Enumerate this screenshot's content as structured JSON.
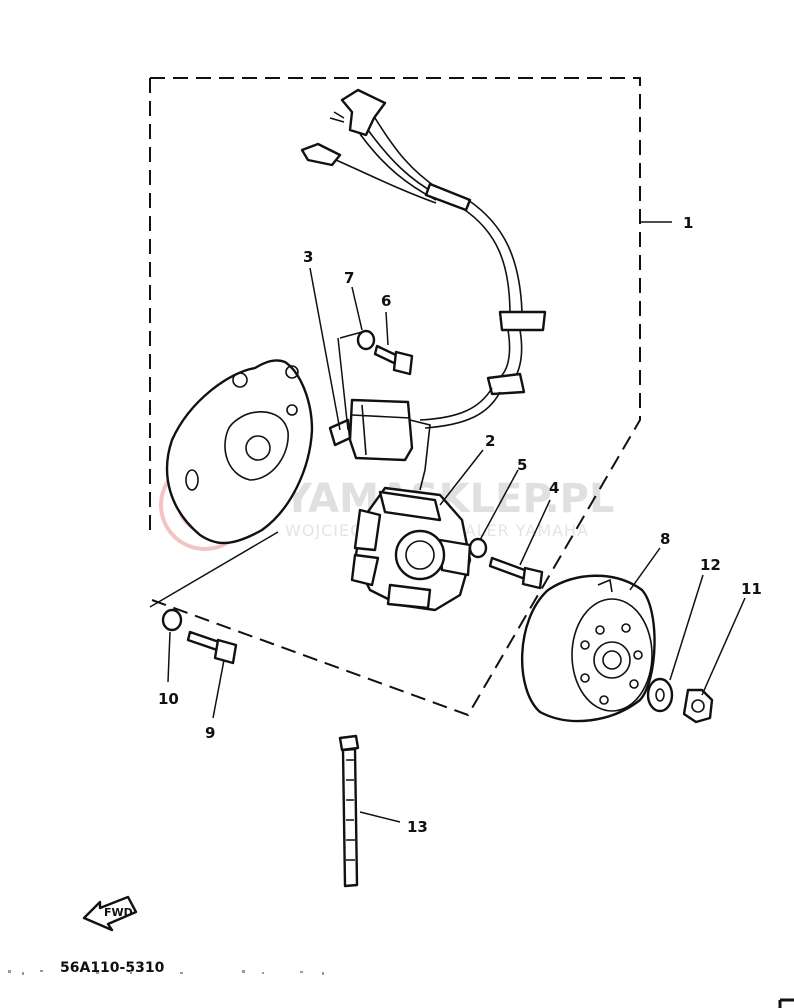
{
  "watermark": {
    "title": "YAMASKLEP.PL",
    "subtitle": "WOJCIECHOWSKI DEALER YAMAHA"
  },
  "callouts": [
    {
      "id": "1",
      "text": "1"
    },
    {
      "id": "2",
      "text": "2"
    },
    {
      "id": "3",
      "text": "3"
    },
    {
      "id": "4",
      "text": "4"
    },
    {
      "id": "5",
      "text": "5"
    },
    {
      "id": "6",
      "text": "6"
    },
    {
      "id": "7",
      "text": "7"
    },
    {
      "id": "8",
      "text": "8"
    },
    {
      "id": "9",
      "text": "9"
    },
    {
      "id": "10",
      "text": "10"
    },
    {
      "id": "11",
      "text": "11"
    },
    {
      "id": "12",
      "text": "12"
    },
    {
      "id": "13",
      "text": "13"
    }
  ],
  "fwd_label": "FWD",
  "diagram_code": "56A110-5310"
}
